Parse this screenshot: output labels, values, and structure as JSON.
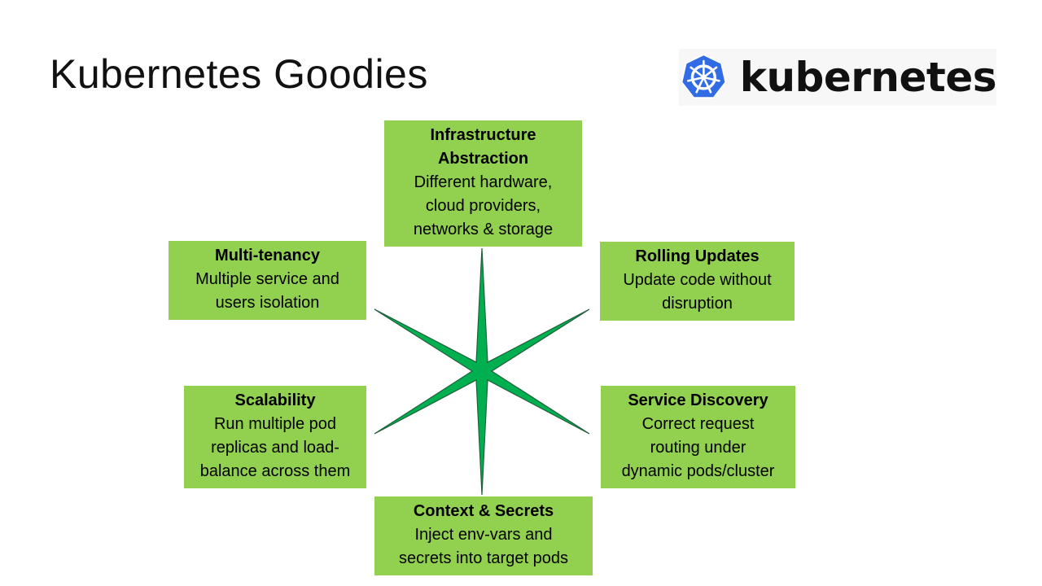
{
  "slide": {
    "title": "Kubernetes Goodies"
  },
  "logo": {
    "text": "kubernetes",
    "icon": "helm-wheel-icon",
    "colors": {
      "hexagon": "#326ce5",
      "wheel": "#ffffff"
    }
  },
  "colors": {
    "box": "#92d050",
    "star": "#00b050",
    "star_outline": "#1f5f3a"
  },
  "boxes": {
    "infrastructure": {
      "title": "Infrastructure\nAbstraction",
      "desc": "Different hardware,\ncloud providers,\nnetworks & storage"
    },
    "multitenancy": {
      "title": "Multi-tenancy",
      "desc": "Multiple service and\nusers isolation"
    },
    "rolling": {
      "title": "Rolling Updates",
      "desc": "Update code without\ndisruption"
    },
    "scalability": {
      "title": "Scalability",
      "desc": "Run multiple pod\nreplicas and load-\nbalance across them"
    },
    "discovery": {
      "title": "Service Discovery",
      "desc": "Correct request\nrouting under\ndynamic pods/cluster"
    },
    "context": {
      "title": "Context & Secrets",
      "desc": "Inject env-vars and\nsecrets into target pods"
    }
  }
}
